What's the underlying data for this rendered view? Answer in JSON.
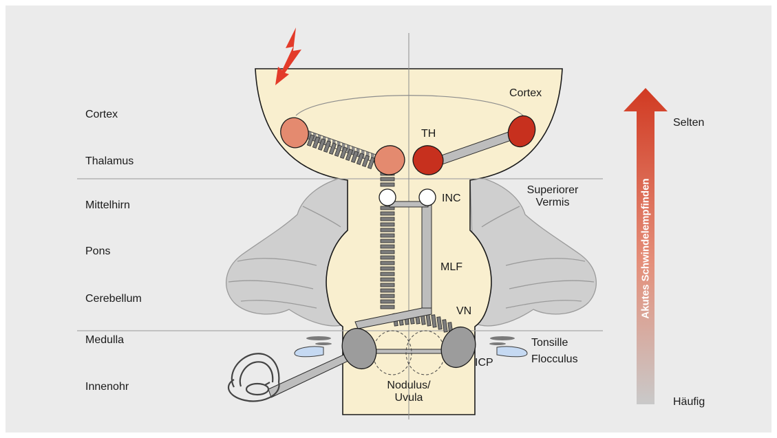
{
  "levels": {
    "cortex": "Cortex",
    "thalamus": "Thalamus",
    "mittelhirn": "Mittelhirn",
    "pons": "Pons",
    "cerebellum": "Cerebellum",
    "medulla": "Medulla",
    "innenohr": "Innenohr"
  },
  "structures": {
    "cortex": "Cortex",
    "th": "TH",
    "inc": "INC",
    "superior_vermis": [
      "Superiorer",
      "Vermis"
    ],
    "mlf": "MLF",
    "vn": "VN",
    "tonsille": "Tonsille",
    "flocculus": "Flocculus",
    "icp": "ICP",
    "nodulus": [
      "Nodulus/",
      "Uvula"
    ]
  },
  "frequency_scale": {
    "title": "Akutes Schwindelempfinden",
    "top": "Selten",
    "bottom": "Häufig"
  },
  "colors": {
    "background": "#ebebeb",
    "brain_fill": "#f9efcf",
    "cerebellum_fill": "#cfcfcf",
    "arrow_top": "#d13a22",
    "arrow_bottom": "#c9c9c9",
    "lesion": "#e33b2a"
  }
}
